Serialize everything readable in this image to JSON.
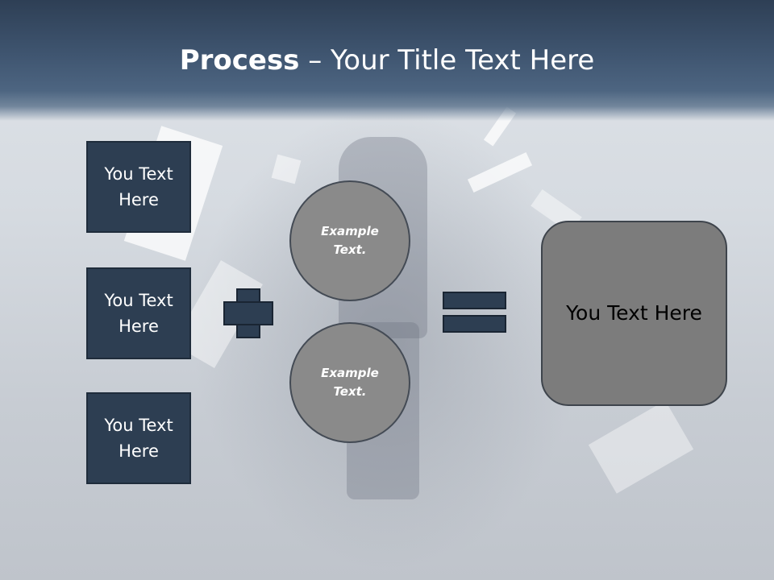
{
  "title": {
    "bold": "Process",
    "rest": " – Your Title Text Here"
  },
  "left_boxes": [
    "You Text Here",
    "You Text Here",
    "You Text Here"
  ],
  "circles": [
    "Example Text.",
    "Example Text."
  ],
  "result": "You Text Here",
  "colors": {
    "header": "#3f5570",
    "box_fill": "#2d3e52",
    "circle_fill": "#8a8a8a",
    "result_fill": "#7c7c7c"
  }
}
